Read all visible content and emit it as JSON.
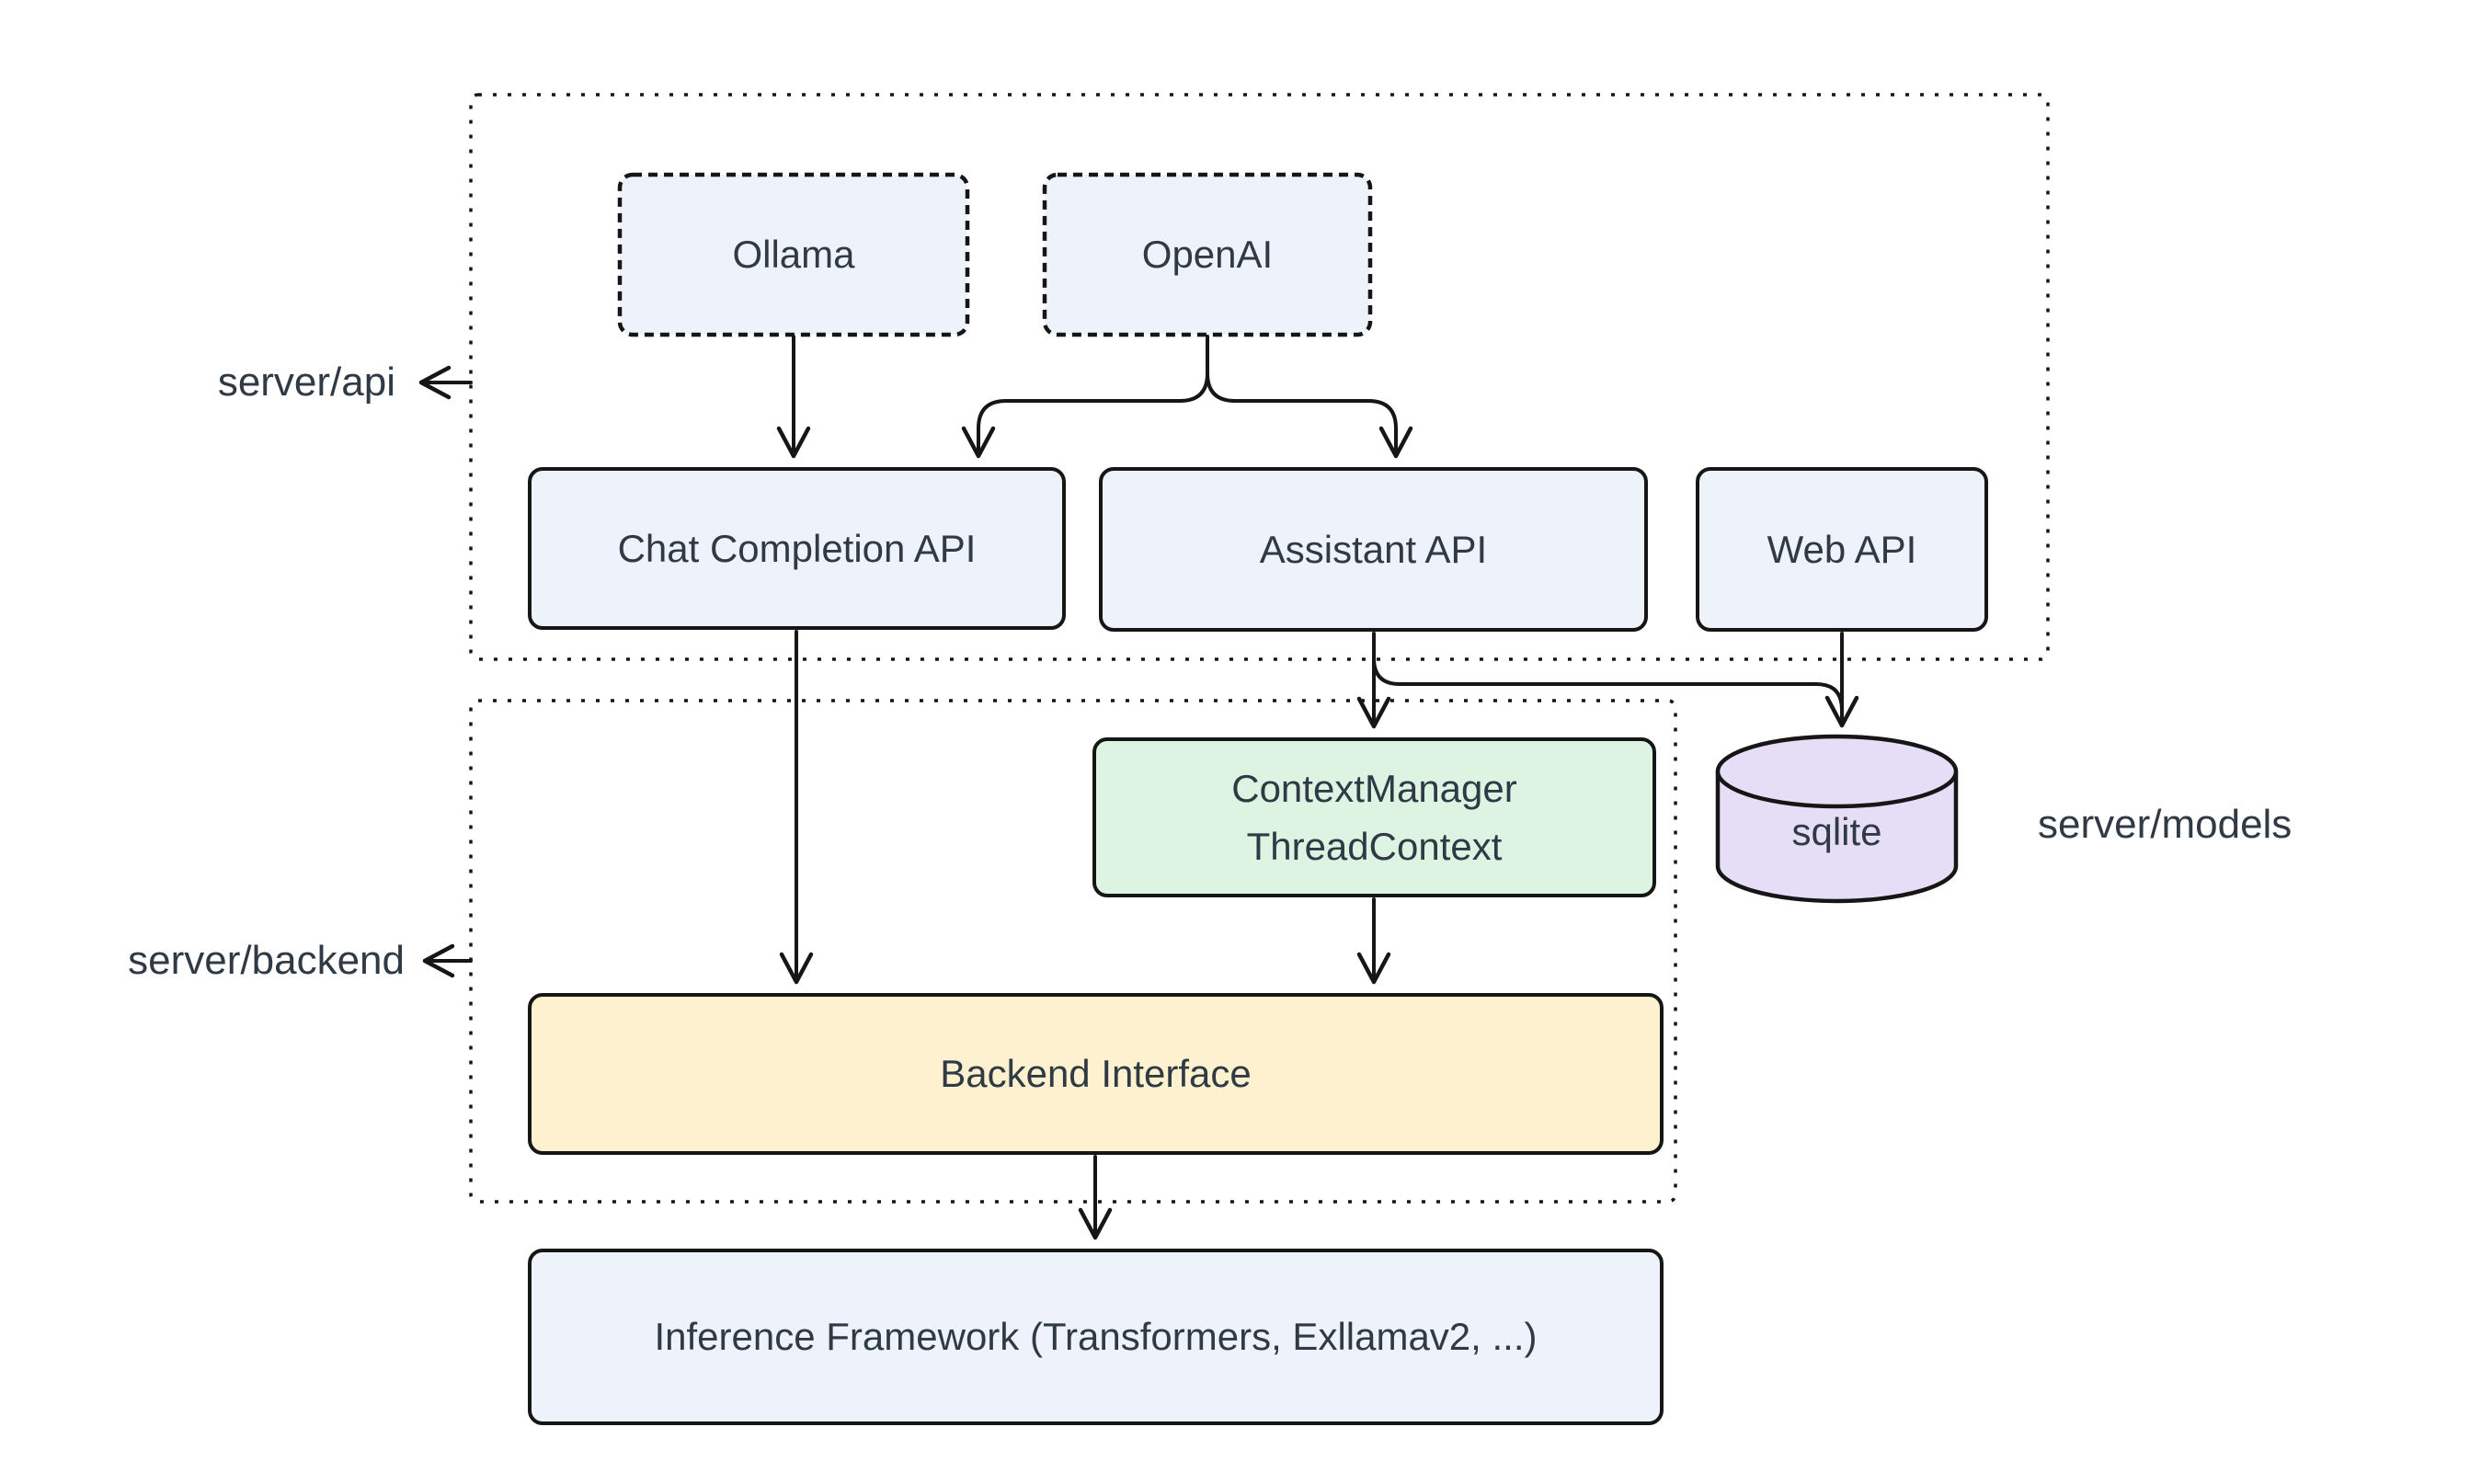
{
  "colors": {
    "background": "#ffffff",
    "stroke": "#161616",
    "text": "#2f3a45",
    "node_blue": "#eef2fb",
    "node_green": "#ddf4e3",
    "node_yellow": "#fdf1cf",
    "node_purple": "#e6def6"
  },
  "containers": {
    "server_api": {
      "label": "server/api"
    },
    "server_backend": {
      "label": "server/backend"
    },
    "server_models": {
      "label": "server/models"
    }
  },
  "nodes": {
    "ollama": {
      "label": "Ollama"
    },
    "openai": {
      "label": "OpenAI"
    },
    "chat_completion_api": {
      "label": "Chat Completion API"
    },
    "assistant_api": {
      "label": "Assistant API"
    },
    "web_api": {
      "label": "Web API"
    },
    "context_manager": {
      "lines": [
        "ContextManager",
        "ThreadContext"
      ]
    },
    "sqlite": {
      "label": "sqlite"
    },
    "backend_interface": {
      "label": "Backend Interface"
    },
    "inference_framework": {
      "label": "Inference Framework (Transformers, Exllamav2, ...)"
    }
  },
  "edges": [
    {
      "from": "Ollama",
      "to": "Chat Completion API"
    },
    {
      "from": "OpenAI",
      "to": "Chat Completion API"
    },
    {
      "from": "OpenAI",
      "to": "Assistant API"
    },
    {
      "from": "Chat Completion API",
      "to": "Backend Interface"
    },
    {
      "from": "Assistant API",
      "to": "ContextManager ThreadContext"
    },
    {
      "from": "Assistant API",
      "to": "sqlite"
    },
    {
      "from": "Web API",
      "to": "sqlite"
    },
    {
      "from": "ContextManager ThreadContext",
      "to": "Backend Interface"
    },
    {
      "from": "Backend Interface",
      "to": "Inference Framework (Transformers, Exllamav2, ...)"
    }
  ]
}
